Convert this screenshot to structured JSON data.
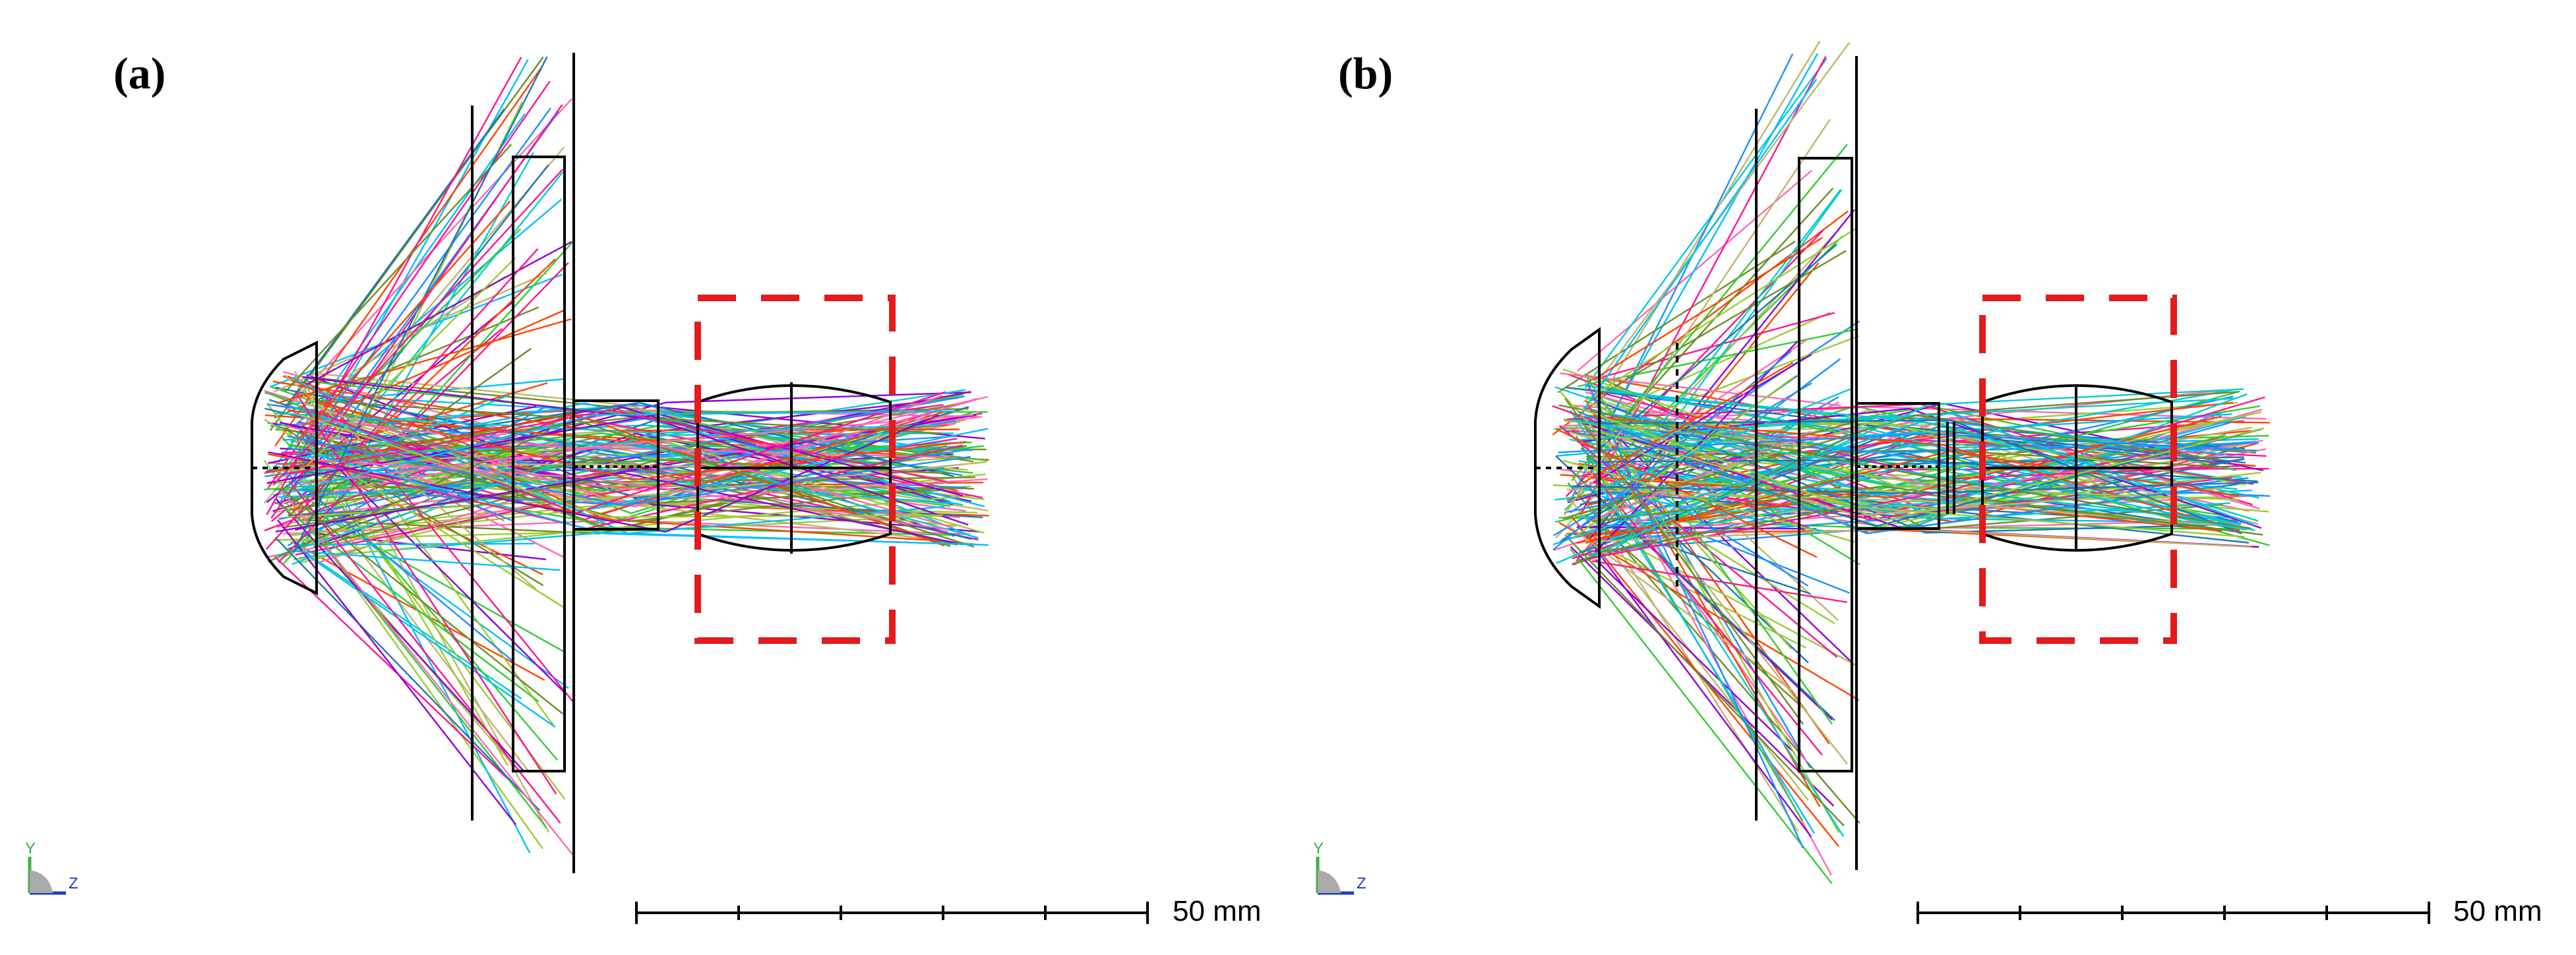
{
  "panels": [
    {
      "label": "(a)",
      "scale_bar": {
        "text": "50 mm"
      },
      "axis_triad": {
        "y_label": "Y",
        "z_label": "Z"
      },
      "highlight_color": "#e41a1c",
      "ray_colors": [
        "#1e90ff",
        "#00ced1",
        "#ff1493",
        "#9acd32",
        "#9400d3",
        "#32cd32",
        "#ff4500",
        "#6b8e23",
        "#00bfff",
        "#ff69b4",
        "#bdb76b",
        "#1f77b4"
      ],
      "ray_count": 220
    },
    {
      "label": "(b)",
      "scale_bar": {
        "text": "50 mm"
      },
      "axis_triad": {
        "y_label": "Y",
        "z_label": "Z"
      },
      "highlight_color": "#e41a1c",
      "ray_colors": [
        "#1e90ff",
        "#00ced1",
        "#ff1493",
        "#9acd32",
        "#9400d3",
        "#32cd32",
        "#ff4500",
        "#6b8e23",
        "#00bfff",
        "#ff69b4",
        "#bdb76b",
        "#1f77b4"
      ],
      "ray_count": 220
    }
  ]
}
